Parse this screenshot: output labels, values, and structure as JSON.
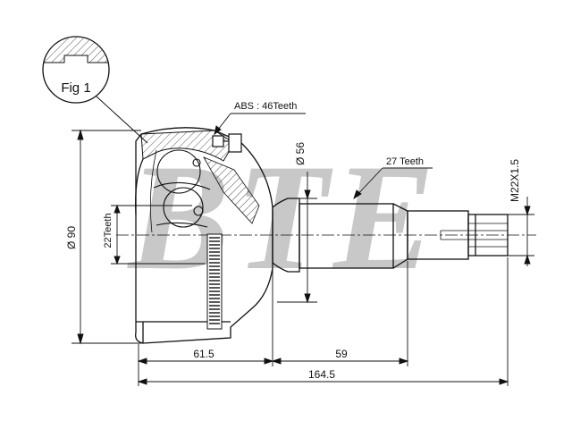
{
  "watermark": {
    "text": "BTE",
    "color": "#b5b5b5"
  },
  "figure": {
    "label": "Fig 1"
  },
  "callouts": {
    "abs_teeth": "ABS : 46Teeth",
    "outer_spline_teeth": "27 Teeth",
    "inner_spline_teeth": "22Teeth"
  },
  "dimensions": {
    "outer_diameter": "Ø 90",
    "seal_diameter": "Ø 56",
    "thread": "M22X1.5",
    "bell_length": "61.5",
    "shaft_length": "59",
    "total_length": "164.5"
  },
  "colors": {
    "line": "#111111",
    "hatch": "#555555",
    "background": "#ffffff"
  }
}
